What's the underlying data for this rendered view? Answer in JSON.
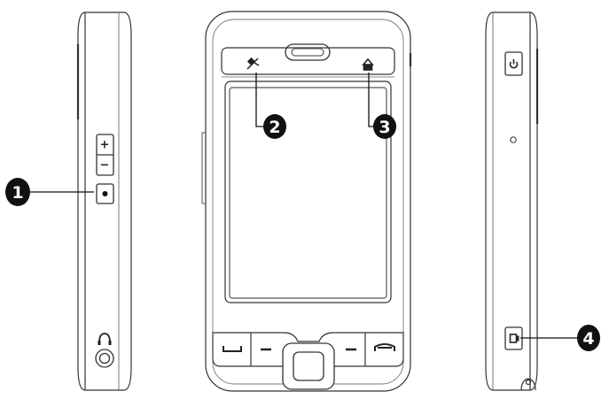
{
  "callouts": [
    {
      "number": "1"
    },
    {
      "number": "2"
    },
    {
      "number": "3"
    },
    {
      "number": "4"
    }
  ],
  "left_side": {
    "volume_up_symbol": "+",
    "volume_down_symbol": "−"
  },
  "icons": {
    "gps": "satellite-icon",
    "home": "home-icon",
    "power": "power-icon",
    "headphone": "headphone-icon",
    "camera": "camera-icon"
  }
}
